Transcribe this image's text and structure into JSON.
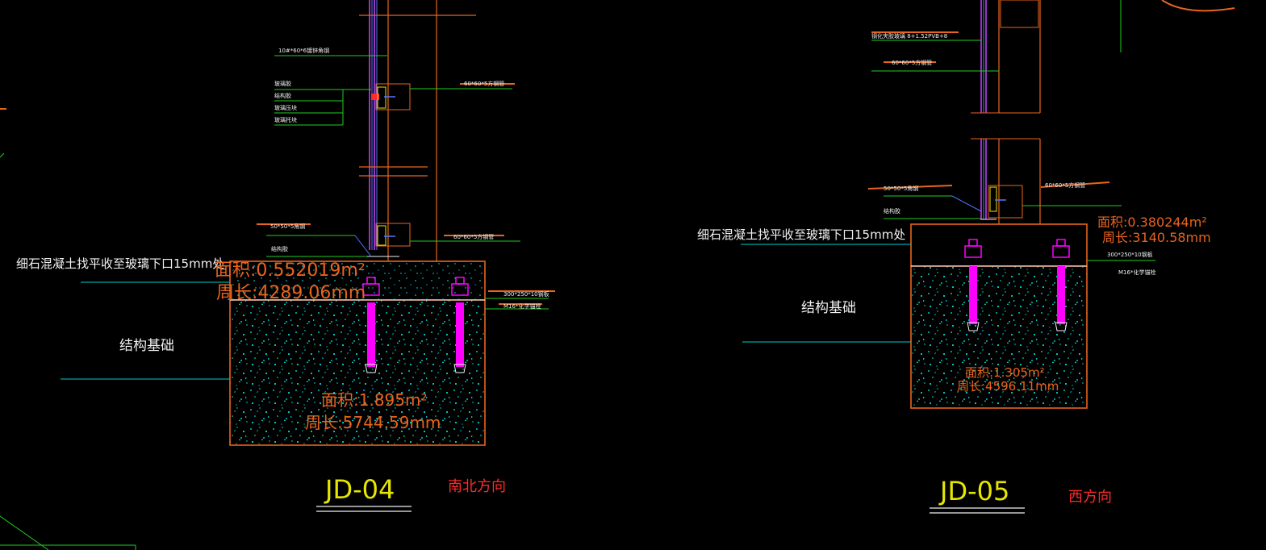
{
  "colors": {
    "background": "#000000",
    "orange": "#e8641e",
    "red": "#ff2a2a",
    "cyan": "#00ffff",
    "green": "#22cc22",
    "magenta": "#ff00ff",
    "yellow": "#e6e600",
    "white": "#f0f0f0",
    "blue": "#5577ff"
  },
  "left_detail": {
    "tag": "JD-04",
    "direction": "南北方向",
    "label_fine_concrete": "细石混凝土找平收至玻璃下口15mm处",
    "label_structure_base": "结构基础",
    "upper_area": "面积:0.552019m²",
    "upper_perimeter": "周长:4289.06mm",
    "lower_area": "面积:1.895m²",
    "lower_perimeter": "周长:5744.59mm",
    "small_label_1": "10#*60*6镀锌角钢",
    "small_label_2": "玻璃胶",
    "small_label_3": "结构胶",
    "small_label_4": "玻璃压块",
    "small_label_5": "玻璃托块",
    "small_label_6": "60*60*5方钢管",
    "small_label_7": "50*50*5角钢",
    "small_label_8": "结构胶",
    "small_label_9": "60*60*5方钢管",
    "small_label_10": "300*250*10钢板",
    "small_label_11": "M16*化学锚栓"
  },
  "right_detail": {
    "tag": "JD-05",
    "direction": "西方向",
    "label_fine_concrete": "细石混凝土找平收至玻璃下口15mm处",
    "label_structure_base": "结构基础",
    "upper_area": "面积:0.380244m²",
    "upper_perimeter": "周长:3140.58mm",
    "lower_area": "面积:1.305m²",
    "lower_perimeter": "周长:4596.11mm",
    "small_label_1": "钢化夹胶玻璃 8+1.52PVB+8",
    "small_label_2": "60*60*5方钢管",
    "small_label_3": "50*50*5角钢",
    "small_label_4": "结构胶",
    "small_label_5": "60*60*5方钢管",
    "small_label_6": "300*250*10钢板",
    "small_label_7": "M16*化学锚栓"
  }
}
